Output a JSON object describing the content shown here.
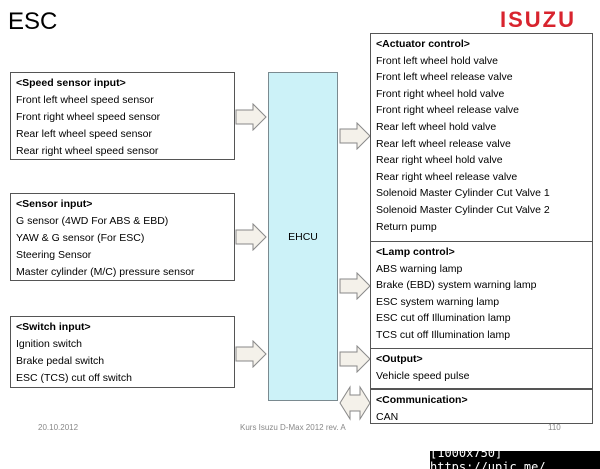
{
  "slide": {
    "title": "ESC",
    "brand": "ISUZU"
  },
  "colors": {
    "brand_red": "#d8242e",
    "ehcu_fill": "#ccf2f8",
    "arrow_fill": "#f4f1ea",
    "border": "#555555"
  },
  "inputs": {
    "speed": {
      "header": "<Speed sensor input>",
      "items": [
        "Front left wheel speed sensor",
        "Front right wheel speed sensor",
        "Rear left wheel speed sensor",
        "Rear right wheel speed sensor"
      ]
    },
    "sensor": {
      "header": "<Sensor input>",
      "items": [
        "G sensor (4WD For ABS & EBD)",
        "YAW & G sensor (For ESC)",
        "Steering Sensor",
        "Master cylinder (M/C) pressure sensor"
      ]
    },
    "switch": {
      "header": "<Switch input>",
      "items": [
        "Ignition switch",
        "Brake  pedal switch",
        "ESC (TCS) cut off switch"
      ]
    }
  },
  "ehcu": {
    "label": "EHCU"
  },
  "outputs": {
    "actuator": {
      "header": "<Actuator control>",
      "items": [
        "Front left wheel hold valve",
        "Front left wheel release valve",
        "Front right wheel hold valve",
        "Front right wheel release valve",
        "Rear left wheel hold  valve",
        "Rear left wheel release valve",
        "Rear right wheel hold  valve",
        "Rear right wheel release valve",
        "Solenoid Master Cylinder Cut Valve 1",
        "Solenoid Master Cylinder Cut Valve 2",
        "Return pump"
      ]
    },
    "lamp": {
      "header": "<Lamp control>",
      "items": [
        "ABS warning lamp",
        "Brake (EBD) system warning lamp",
        "ESC system warning lamp",
        "ESC cut off Illumination lamp",
        "TCS cut off Illumination lamp"
      ]
    },
    "output": {
      "header": "<Output>",
      "items": [
        "Vehicle speed pulse"
      ]
    },
    "communication": {
      "header": "<Communication>",
      "items": [
        "CAN"
      ]
    }
  },
  "footer": {
    "date": "20.10.2012",
    "course": "Kurs Isuzu D-Max 2012 rev. A",
    "page": "110"
  },
  "watermark": "[1000x750] https://upic.me/"
}
